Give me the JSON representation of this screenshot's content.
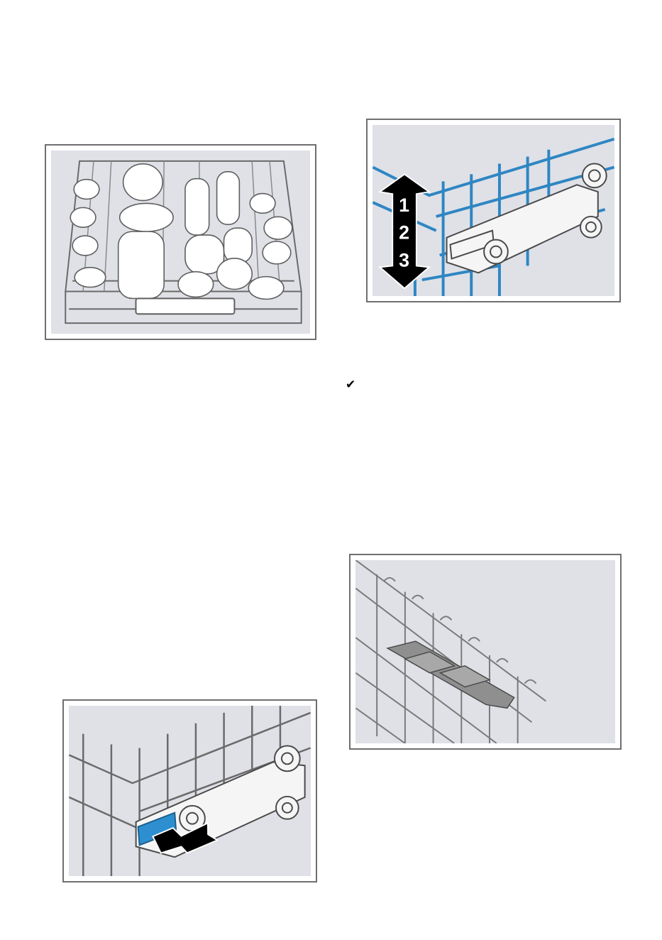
{
  "page": {
    "check_mark": "✔"
  },
  "figures": {
    "upper_basket": {
      "icon": "dish-basket-illustration"
    },
    "height_adjust": {
      "icon": "basket-height-adjust-illustration",
      "levels": [
        "1",
        "2",
        "3"
      ]
    },
    "lever_press": {
      "icon": "release-lever-illustration"
    },
    "folding_rack": {
      "icon": "folding-rack-illustration"
    }
  },
  "colors": {
    "figure_background": "#dfe1e7",
    "figure_border": "#6f6f6f",
    "wire_blue": "#2f86c3",
    "highlight_blue": "#2d8fd0",
    "arrow": "#000000"
  }
}
